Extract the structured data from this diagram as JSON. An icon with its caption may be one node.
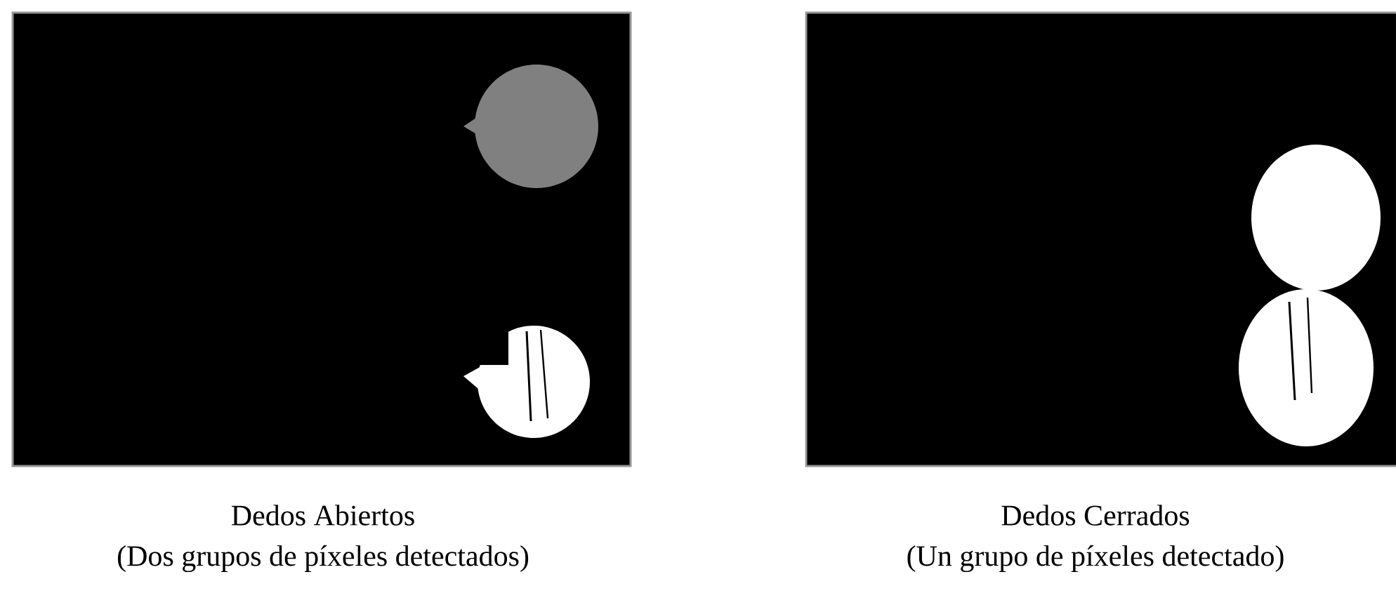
{
  "diagram": {
    "labels": [
      "Dedos Abiertos",
      "(Dos grupos de píxeles detectados)",
      "Dedos Cerrados",
      "(Un grupo de píxeles detectado)"
    ]
  }
}
